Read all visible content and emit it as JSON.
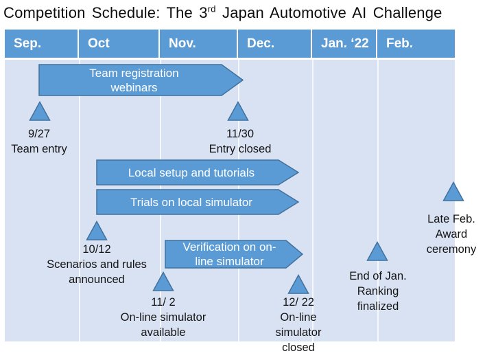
{
  "title": {
    "prefix": "Competition Schedule: The 3",
    "ordinal": "rd",
    "suffix": " Japan Automotive AI Challenge"
  },
  "colors": {
    "accent_blue": "#5b9bd5",
    "shape_border": "#41719c",
    "body_fill": "#d9e2f3",
    "divider": "#f5f8fc",
    "label_text": "#141414",
    "banner_text": "#ffffff"
  },
  "months": [
    {
      "label": "Sep."
    },
    {
      "label": "Oct"
    },
    {
      "label": "Nov."
    },
    {
      "label": "Dec."
    },
    {
      "label": "Jan. ‘22"
    },
    {
      "label": "Feb."
    }
  ],
  "banners": [
    {
      "id": "team-registration-webinars",
      "lines": [
        "Team registration",
        "webinars"
      ]
    },
    {
      "id": "local-setup-tutorials",
      "lines": [
        "Local setup and tutorials"
      ]
    },
    {
      "id": "trials-local-simulator",
      "lines": [
        "Trials on local simulator"
      ]
    },
    {
      "id": "verification-online-simulator",
      "lines": [
        "Verification on on-",
        "line simulator"
      ]
    }
  ],
  "milestones": [
    {
      "id": "team-entry",
      "lines": [
        "9/27",
        "Team entry"
      ]
    },
    {
      "id": "entry-closed",
      "lines": [
        "11/30",
        "Entry closed"
      ]
    },
    {
      "id": "scenarios-rules-announced",
      "lines": [
        "10/12",
        "Scenarios and rules",
        "announced"
      ]
    },
    {
      "id": "online-simulator-available",
      "lines": [
        "11/ 2",
        "On-line simulator",
        "available"
      ]
    },
    {
      "id": "online-simulator-closed",
      "lines": [
        "12/ 22",
        "On-line",
        "simulator",
        "closed"
      ]
    },
    {
      "id": "ranking-finalized",
      "lines": [
        "End of Jan.",
        "Ranking",
        "finalized"
      ]
    },
    {
      "id": "award-ceremony",
      "lines": [
        "Late Feb.",
        "Award",
        "ceremony"
      ]
    }
  ]
}
